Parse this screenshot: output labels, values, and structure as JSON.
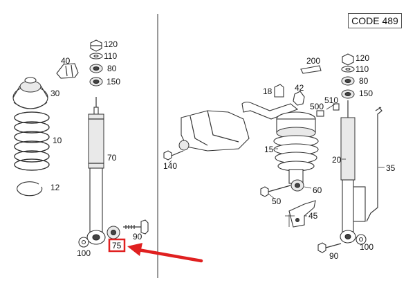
{
  "code_label": "CODE 489",
  "left_labels": {
    "p120": "120",
    "p110": "110",
    "p80": "80",
    "p150": "150",
    "p40": "40",
    "p30": "30",
    "p10": "10",
    "p70": "70",
    "p12": "12",
    "p90": "90",
    "p100": "100",
    "p75": "75"
  },
  "right_labels": {
    "p200": "200",
    "p120": "120",
    "p110": "110",
    "p80": "80",
    "p150": "150",
    "p18": "18",
    "p42": "42",
    "p500": "500",
    "p510": "510",
    "p140": "140",
    "p15": "15",
    "p20": "20",
    "p35": "35",
    "p60": "60",
    "p50": "50",
    "p45": "45",
    "p90": "90",
    "p100": "100"
  },
  "highlight": {
    "target": "75",
    "box_color": "#e02020",
    "arrow_color": "#e02020"
  }
}
